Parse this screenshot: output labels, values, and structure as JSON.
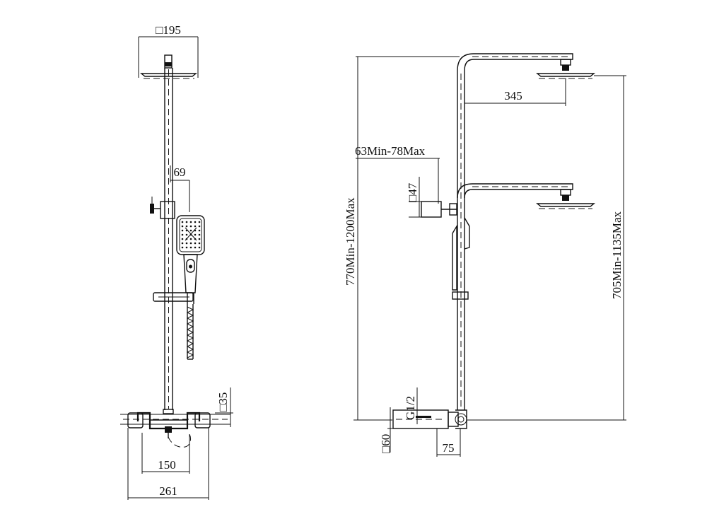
{
  "front_view": {
    "head_size": "□195",
    "handshower_width": "69",
    "bar_tube": "□35",
    "inlet_centers": "150",
    "valve_width": "261"
  },
  "side_view": {
    "arm_length": "345",
    "wall_distance": "63Min-78Max",
    "bracket_size": "□47",
    "total_height": "770Min-1200Max",
    "head_height": "705Min-1135Max",
    "inlet_thread": "G1/2",
    "valve_size": "□60",
    "valve_depth": "75"
  }
}
